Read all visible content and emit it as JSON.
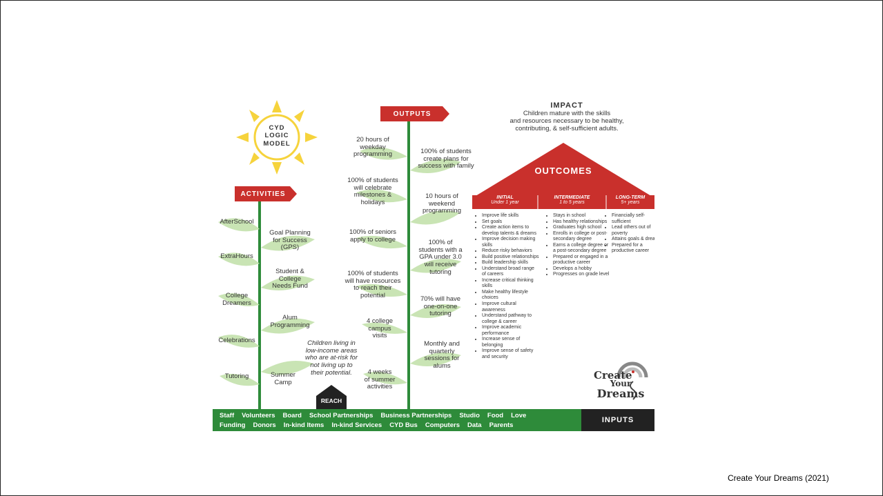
{
  "sun": {
    "label_lines": [
      "CYD",
      "LOGIC",
      "MODEL"
    ]
  },
  "activities": {
    "banner": "ACTIVITIES",
    "left_items": [
      "AfterSchool",
      "ExtraHours",
      "College\nDreamers",
      "Celebrations",
      "Tutoring"
    ],
    "right_items": [
      "Goal Planning\nfor Success\n(GPS)",
      "Student &\nCollege\nNeeds Fund",
      "Alum\nProgramming",
      "Summer\nCamp"
    ]
  },
  "reach": {
    "label": "REACH",
    "text": "Children living in\nlow-income areas\nwho are at-risk for\nnot living up to\ntheir potential."
  },
  "outputs": {
    "banner": "OUTPUTS",
    "left_items": [
      "20 hours of\nweekday\nprogramming",
      "100% of students\nwill celebrate\nmilestones &\nholidays",
      "100% of seniors\napply to college",
      "100% of students\nwill have resources\nto reach their\npotential",
      "4 college\ncampus\nvisits",
      "4 weeks\nof summer\nactivities"
    ],
    "right_items": [
      "100% of students\ncreate plans for\nsuccess with family",
      "10 hours of\nweekend\nprogramming",
      "100% of\nstudents with a\nGPA under 3.0\nwill receive\ntutoring",
      "70% will have\none-on-one\ntutoring",
      "Monthly and\nquarterly\nsessions for\nalums"
    ]
  },
  "impact": {
    "title": "IMPACT",
    "text": "Children mature with the skills\nand resources necessary to be healthy,\ncontributing, & self-sufficient adults."
  },
  "outcomes": {
    "title": "OUTCOMES",
    "columns": [
      {
        "heading": "INITIAL",
        "subheading": "Under 1 year",
        "items": [
          "Improve life skills",
          "Set goals",
          "Create action items to develop talents & dreams",
          "Improve decision making skills",
          "Reduce risky behaviors",
          "Build positive relationships",
          "Build leadership skills",
          "Understand broad range of careers",
          "Increase critical thinking skills",
          "Make healthy lifestyle choices",
          "Improve cultural awareness",
          "Understand pathway to college & career",
          "Improve academic performance",
          "Increase sense of belonging",
          "Improve sense of safety and security"
        ]
      },
      {
        "heading": "INTERMEDIATE",
        "subheading": "1 to 5 years",
        "items": [
          "Stays in school",
          "Has healthy relationships",
          "Graduates high school",
          "Enrolls in college or post-secondary degree",
          "Earns a college degree or a post-secondary degree",
          "Prepared or engaged in a productive career",
          "Develops a hobby",
          "Progresses on grade level"
        ]
      },
      {
        "heading": "LONG-TERM",
        "subheading": "5+ years",
        "items": [
          "Financially self-sufficient",
          "Lead others out of poverty",
          "Attains goals & dreams",
          "Prepared for a productive career"
        ]
      }
    ]
  },
  "inputs": {
    "label": "INPUTS",
    "row1": [
      "Staff",
      "Volunteers",
      "Board",
      "School Partnerships",
      "Business Partnerships",
      "Studio",
      "Food",
      "Love"
    ],
    "row2": [
      "Funding",
      "Donors",
      "In-kind Items",
      "In-kind Services",
      "CYD Bus",
      "Computers",
      "Data",
      "Parents"
    ]
  },
  "logo": {
    "lines": [
      "Create",
      "Your",
      "Dreams"
    ]
  },
  "citation": "Create Your Dreams (2021)",
  "colors": {
    "green": "#2e8b3a",
    "leaf": "#c9e4b4",
    "red": "#c9302c",
    "dark": "#222222",
    "sun": "#f6d33c"
  }
}
